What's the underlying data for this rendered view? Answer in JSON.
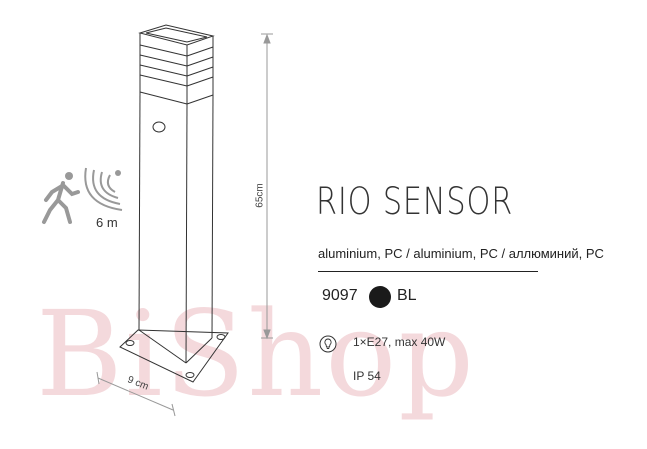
{
  "product": {
    "name": "RIO SENSOR",
    "material": "aluminium, PC / aluminium, PC / аллюминий, PC",
    "code": "9097",
    "color_name": "BL",
    "color_hex": "#1a1a1a",
    "bulb": "1×E27, max 40W",
    "ip": "IP 54"
  },
  "sensor": {
    "range": "6 m",
    "icon": "motion-sensor-icon"
  },
  "dimensions": {
    "height": "65cm",
    "width": "9 cm"
  },
  "watermark": "BiShop"
}
